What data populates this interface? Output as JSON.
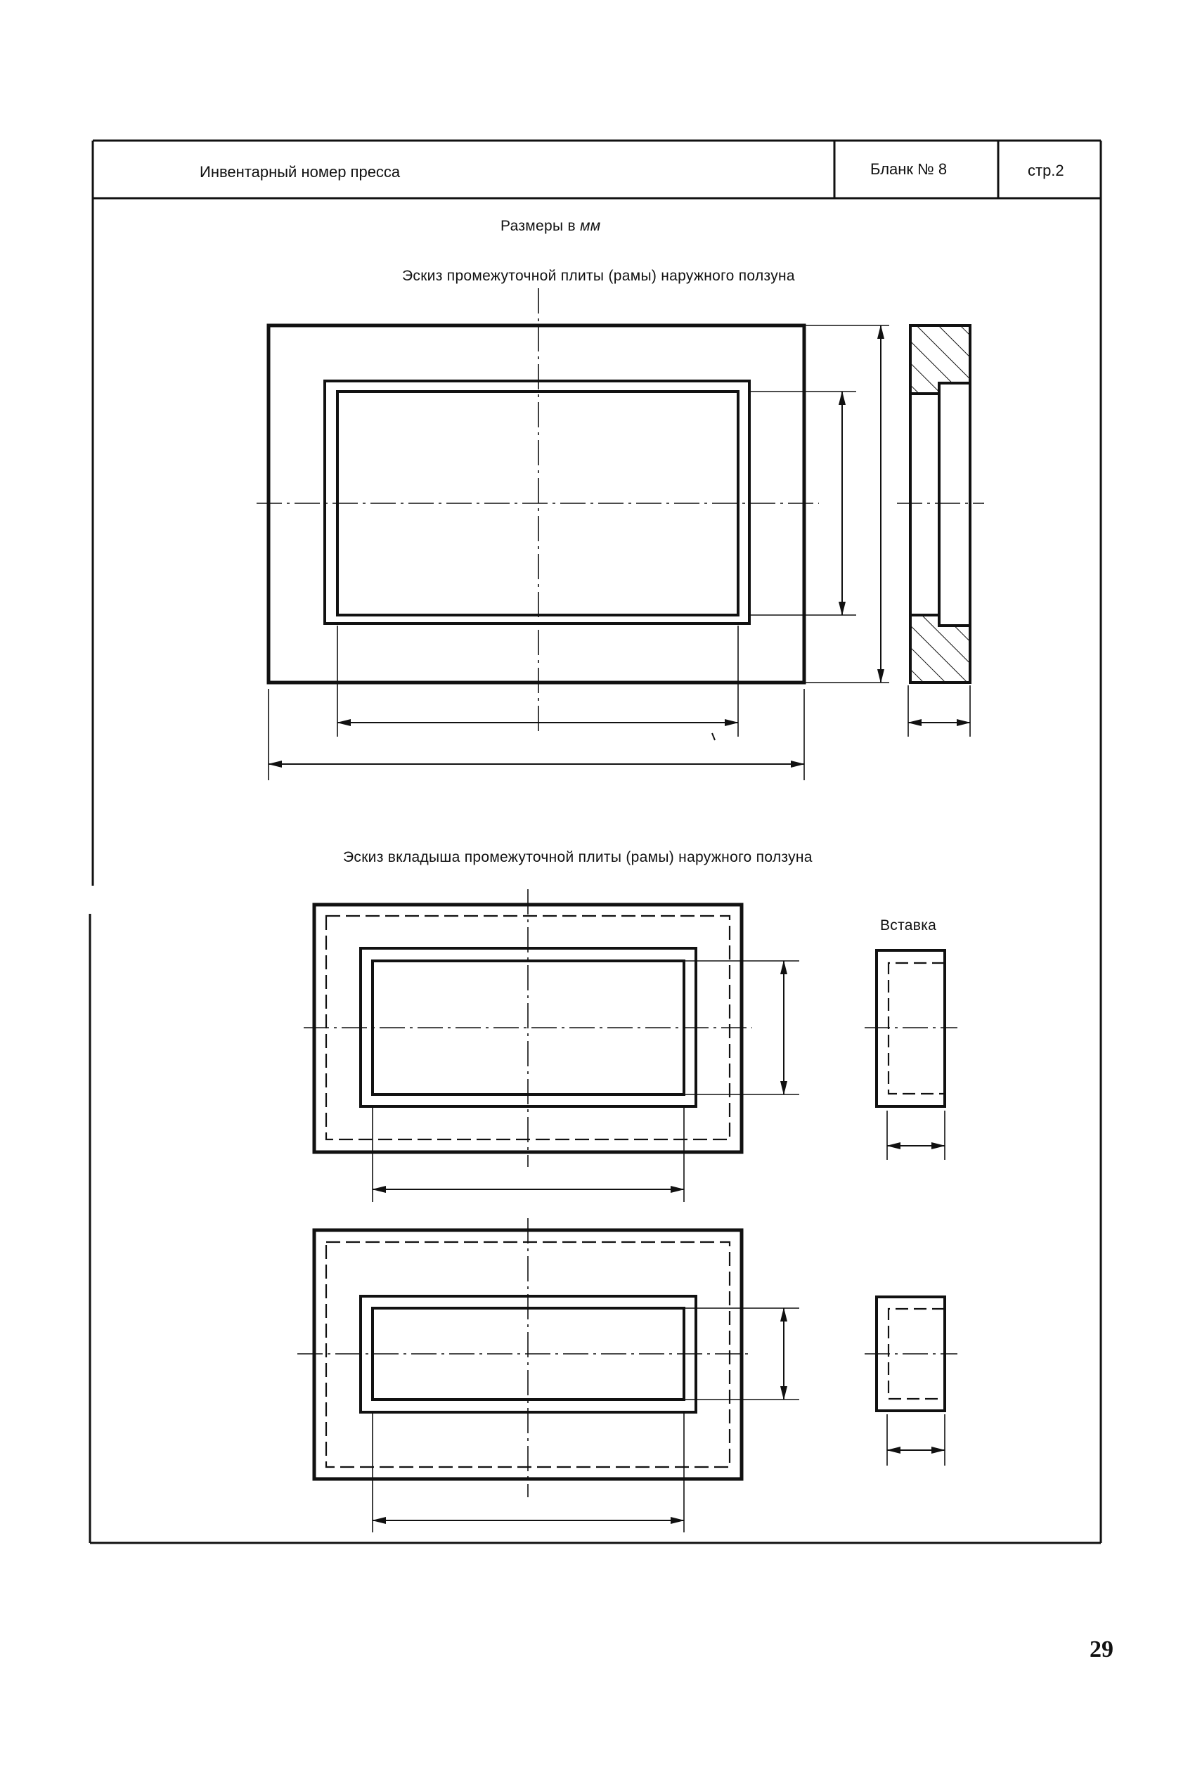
{
  "header": {
    "inventory_label": "Инвентарный номер пресса",
    "form_label": "Бланк № 8",
    "page_label": "стр.2"
  },
  "units_note_prefix": "Размеры в ",
  "units_note_unit": "мм",
  "sketch1": {
    "caption": "Эскиз промежуточной плиты (рамы) наружного ползуна"
  },
  "sketch2": {
    "caption": "Эскиз вкладыша промежуточной плиты (рамы) наружного ползуна",
    "insert_label": "Вставка"
  },
  "page_number": "29"
}
